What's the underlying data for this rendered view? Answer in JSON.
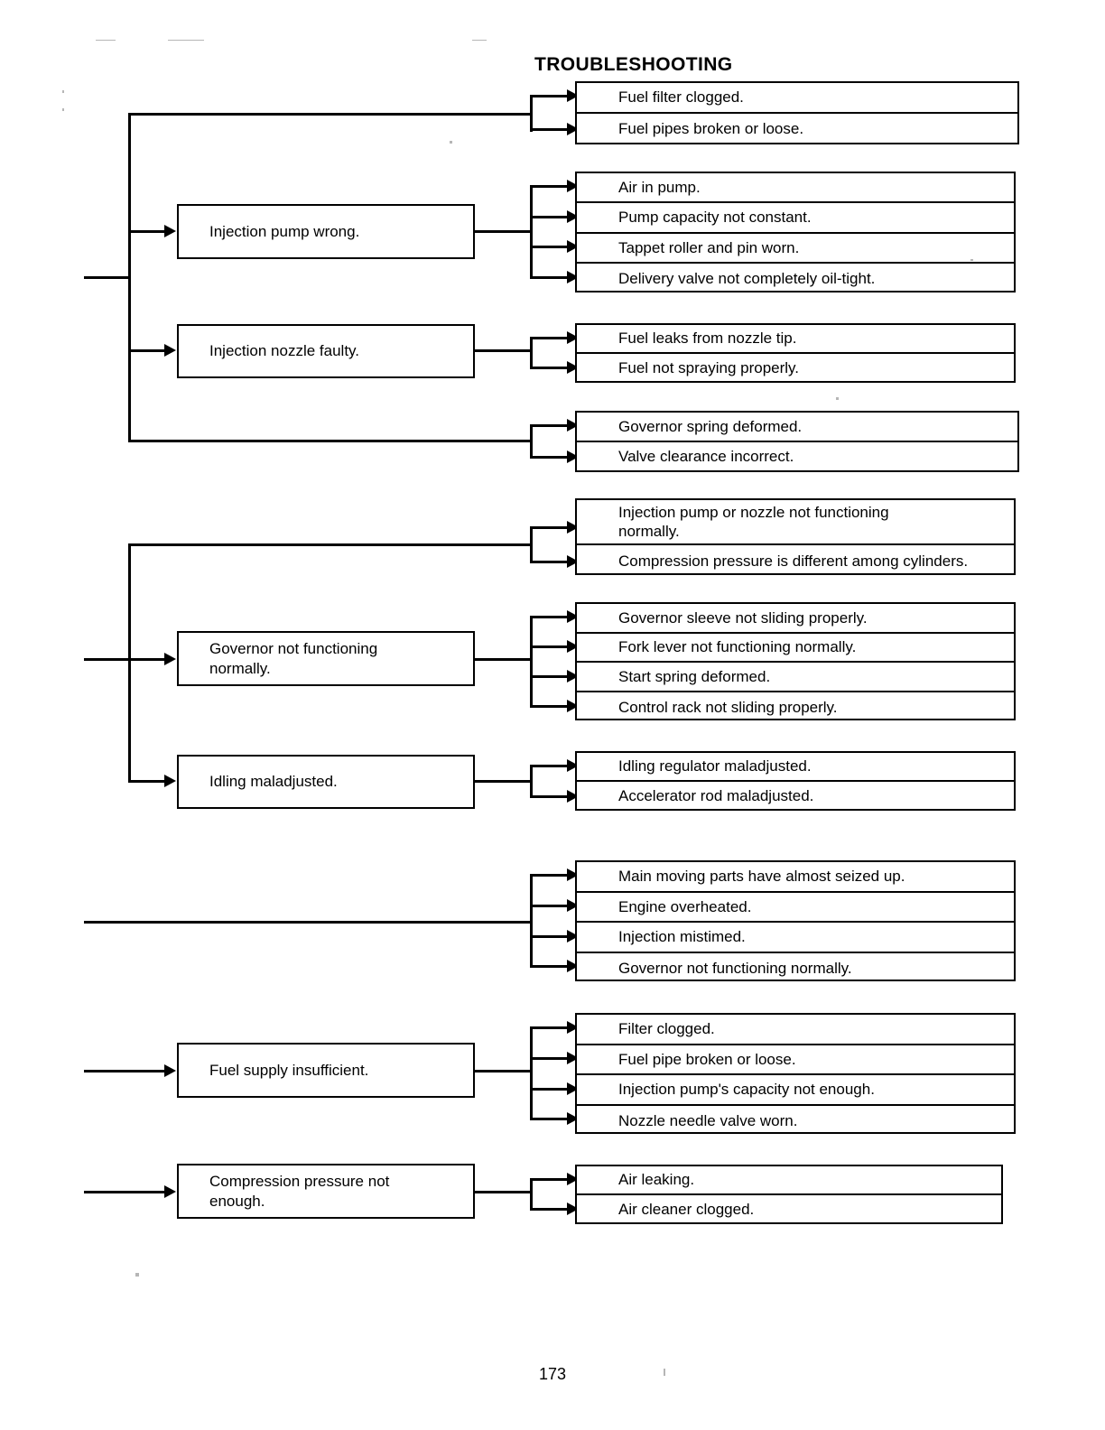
{
  "document": {
    "title": "TROUBLESHOOTING",
    "page_number": "173"
  },
  "sections": [
    {
      "id": "hard-starting",
      "direct_items": [
        "Fuel filter clogged.",
        "Fuel pipes broken or loose."
      ],
      "causes": [
        {
          "label": "Injection pump wrong.",
          "items": [
            "Air in pump.",
            "Pump capacity not constant.",
            "Tappet roller and pin worn.",
            "Delivery valve not completely oil-tight."
          ]
        },
        {
          "label": "Injection nozzle faulty.",
          "items": [
            "Fuel leaks from nozzle tip.",
            "Fuel not spraying properly."
          ]
        }
      ],
      "trailing_items": [
        "Governor spring deformed.",
        "Valve clearance incorrect."
      ]
    },
    {
      "id": "unstable-running",
      "direct_items": [
        "Injection pump or nozzle not functioning\nnormally.",
        "Compression pressure is different among cylinders."
      ],
      "causes": [
        {
          "label": "Governor not functioning\nnormally.",
          "items": [
            "Governor sleeve not sliding properly.",
            "Fork lever not functioning normally.",
            "Start spring deformed.",
            "Control rack not sliding properly."
          ]
        },
        {
          "label": "Idling maladjusted.",
          "items": [
            "Idling regulator maladjusted.",
            "Accelerator rod maladjusted."
          ]
        }
      ]
    },
    {
      "id": "low-output",
      "direct_items": [
        "Main moving parts have almost seized up.",
        "Engine overheated.",
        "Injection mistimed.",
        "Governor not functioning normally."
      ]
    },
    {
      "id": "fuel-supply",
      "causes": [
        {
          "label": "Fuel supply insufficient.",
          "items": [
            "Filter clogged.",
            "Fuel pipe broken or loose.",
            "Injection pump's capacity not enough.",
            "Nozzle needle valve worn."
          ]
        },
        {
          "label": "Compression pressure not\nenough.",
          "items": [
            "Air leaking.",
            "Air cleaner clogged."
          ]
        }
      ]
    }
  ],
  "colors": {
    "ink": "#000000",
    "paper": "#ffffff"
  }
}
